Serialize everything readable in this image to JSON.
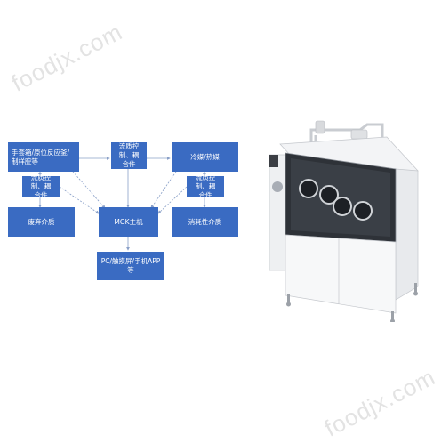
{
  "watermarks": [
    "foodjx.com",
    "foodjx.com"
  ],
  "diagram": {
    "box_color": "#3a6bc2",
    "line_color": "#8aa0c8",
    "nodes": {
      "glovebox": "手套箱/原位反应釜/\n制样腔等",
      "flow_top": "流质控\n制、耦\n合件",
      "coolant": "冷媒/热媒",
      "flow_left": "流质控\n制、耦\n合件",
      "flow_right": "流质控\n制、耦\n合件",
      "waste": "废弃介质",
      "host": "MGK主机",
      "consumable": "消耗性介质",
      "pc": "PC/触摸屏/手机APP\n等"
    }
  },
  "product_image": {
    "description_icon": "glovebox-machine"
  }
}
